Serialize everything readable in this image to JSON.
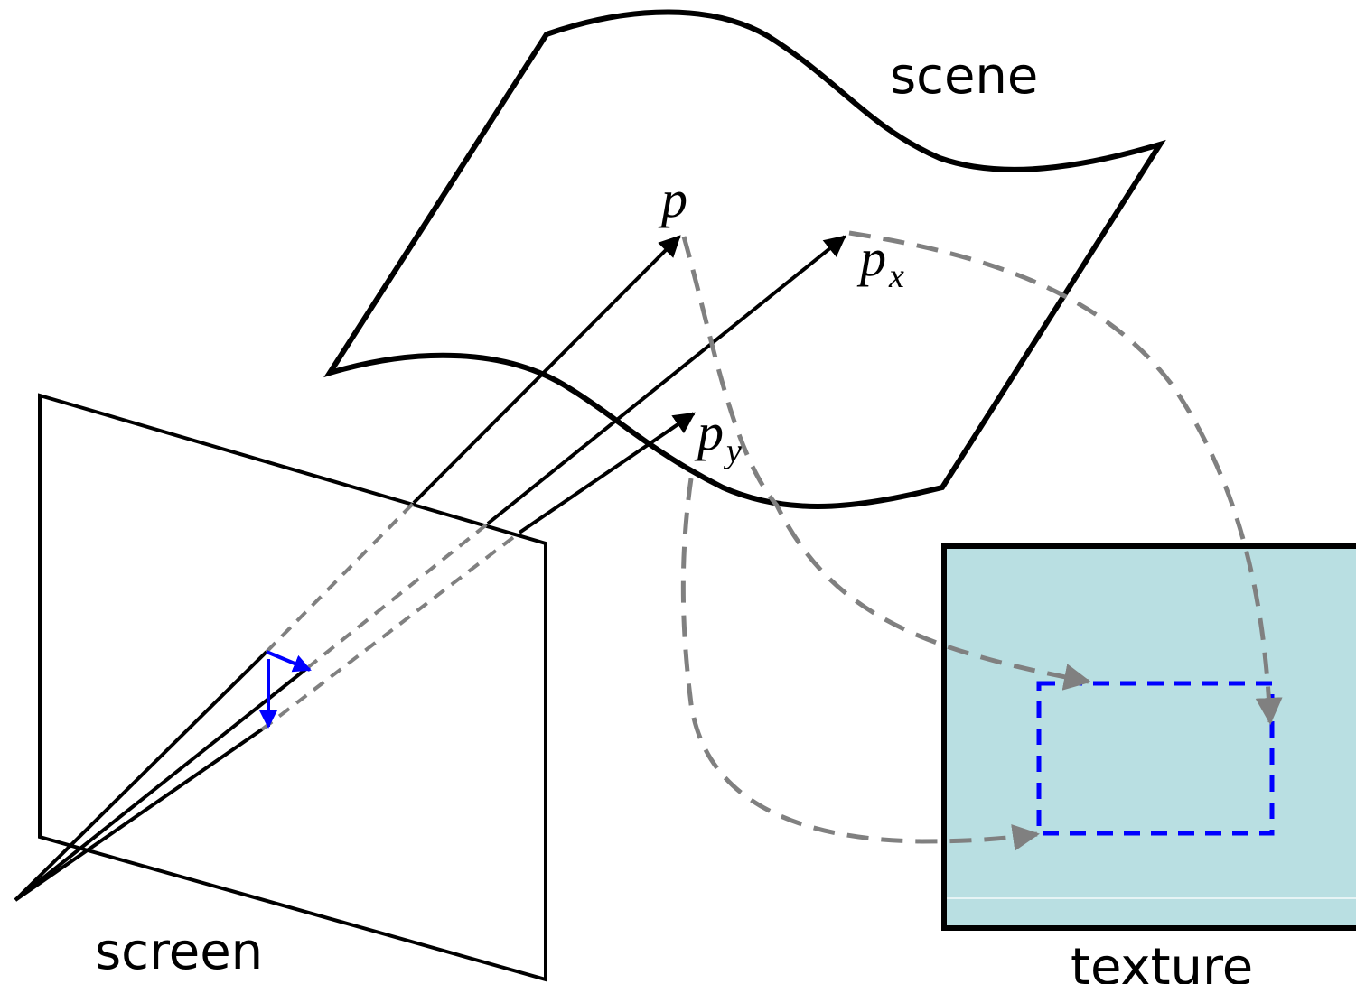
{
  "labels": {
    "scene": "scene",
    "screen": "screen",
    "texture": "texture",
    "p": "p",
    "px_base": "p",
    "px_sub": "x",
    "py_base": "p",
    "py_sub": "y"
  },
  "colors": {
    "outline": "#000000",
    "projection_dashed": "#808080",
    "footprint_blue": "#0000ff",
    "texture_fill": "#b9dfe2"
  }
}
